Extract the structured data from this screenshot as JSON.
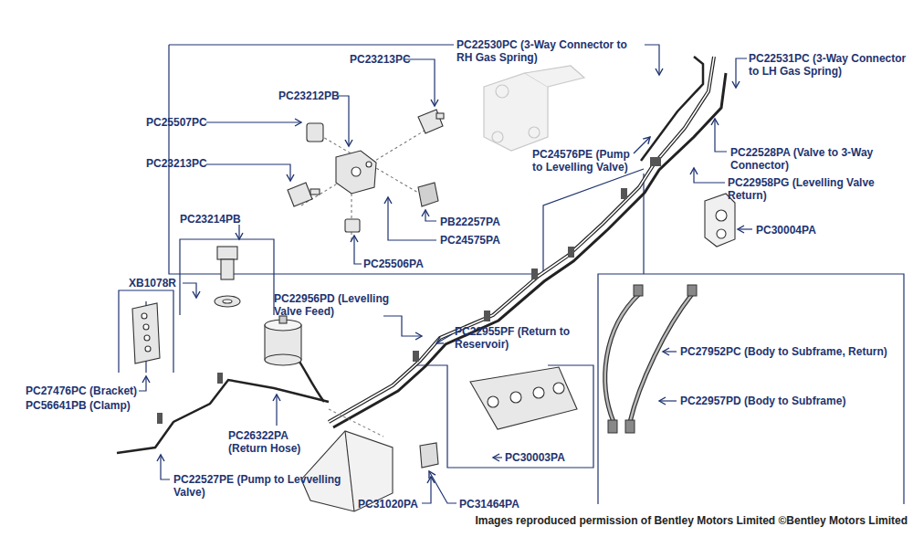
{
  "diagram": {
    "caption": "Images reproduced permission of Bentley Motors Limited ©Bentley Motors Limited",
    "labels": [
      "PC22530PC (3-Way Connector to RH Gas Spring)",
      "PC22531PC (3-Way Connector to LH Gas Spring)",
      "PC23213PC",
      "PC23212PB",
      "PC25507PC",
      "PC24576PE (Pump to Levelling Valve)",
      "PC22528PA (Valve to 3-Way Connector)",
      "PC23213PC",
      "PC22958PG (Levelling Valve Return)",
      "PC30004PA",
      "PC23214PB",
      "PB22257PA",
      "PC24575PA",
      "PC25506PA",
      "XB1078R",
      "PC22956PD (Levelling Valve Feed)",
      "PC22955PF (Return to Reservoir)",
      "PC27952PC (Body to Subframe, Return)",
      "PC22957PD (Body to Subframe)",
      "PC27476PC (Bracket)",
      "PC56641PB (Clamp)",
      "PC26322PA (Return Hose)",
      "PC30003PA",
      "PC22527PE (Pump to Levvelling Valve)",
      "PC31020PA",
      "PC31464PA"
    ]
  }
}
